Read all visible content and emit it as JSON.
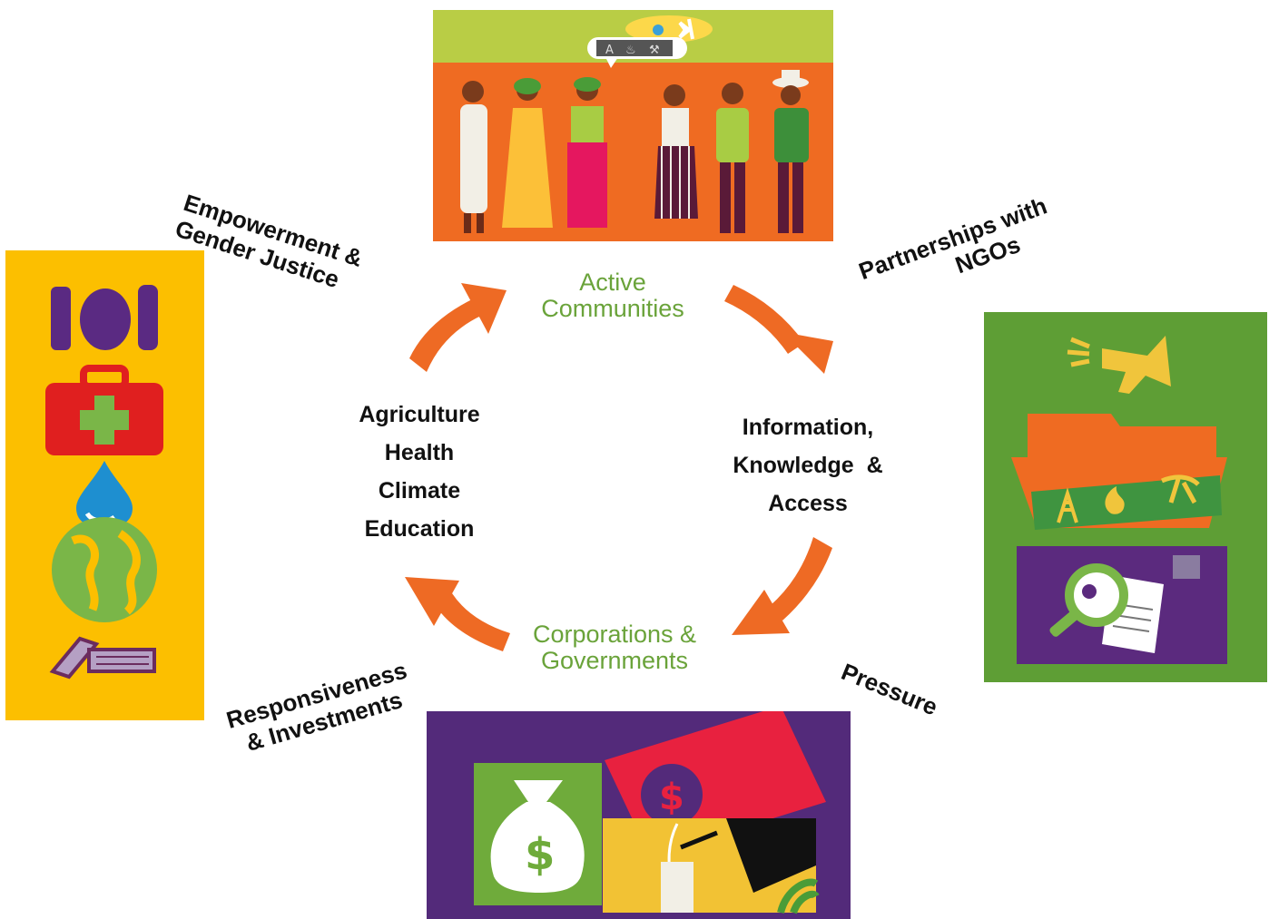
{
  "cycle": {
    "top_label": [
      "Active",
      "Communities"
    ],
    "bottom_label": [
      "Corporations &",
      "Governments"
    ],
    "right_label": [
      "Information,",
      "Knowledge  &",
      "Access"
    ],
    "left_label": [
      "Agriculture",
      "Health",
      "Climate",
      "Education"
    ]
  },
  "edges": {
    "top_left": [
      "Empowerment &",
      "Gender Justice"
    ],
    "top_right": [
      "Partnerships with",
      "NGOs"
    ],
    "bottom_right": [
      "Pressure"
    ],
    "bottom_left": [
      "Responsiveness",
      "& Investments"
    ]
  },
  "colors": {
    "arrow": "#ee6a24",
    "green_text": "#6aa33a",
    "orange_bg": "#ef6b22",
    "lime_bg": "#b9cd45",
    "yellow_bg": "#fcbf00",
    "green_bg": "#5e9e35",
    "purple_bg": "#532a7a"
  },
  "icons": {
    "left_panel": [
      "fork-plate-knife-icon",
      "first-aid-kit-icon",
      "water-drop-icon",
      "globe-icon",
      "books-icon"
    ],
    "right_panel": [
      "megaphone-icon",
      "folder-icon",
      "oil-derrick-icon",
      "flame-icon",
      "pickaxe-icon",
      "magnifier-icon",
      "document-icon"
    ],
    "bottom_panel": [
      "money-bag-icon",
      "banknote-icon",
      "miner-icon"
    ],
    "top_panel": [
      "water-drop-icon",
      "plant-icon",
      "oil-derrick-icon",
      "flame-icon",
      "pickaxe-icon"
    ]
  }
}
